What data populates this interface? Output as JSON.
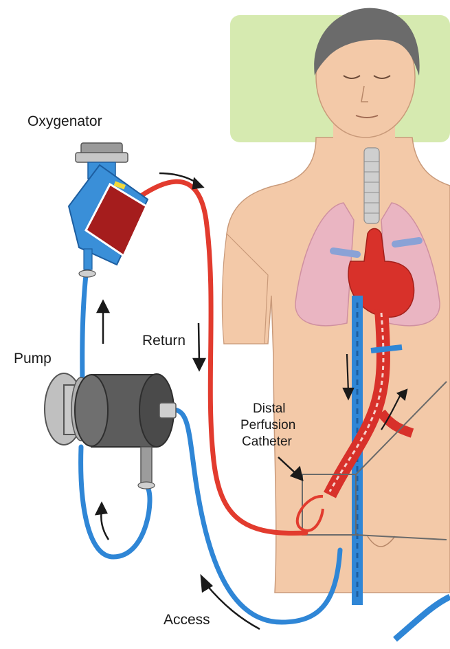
{
  "labels": {
    "oxygenator": "Oxygenator",
    "pump": "Pump",
    "return": "Return",
    "distal_line1": "Distal",
    "distal_line2": "Perfusion",
    "distal_line3": "Catheter",
    "access": "Access"
  },
  "colors": {
    "arterial_red": "#e23b2e",
    "venous_blue": "#2f86d6",
    "device_blue": "#3a8fd8",
    "skin": "#f3c9a8",
    "pillow": "#d6eab0",
    "hair": "#6b6b6b",
    "pump_gray": "#5c5c5c"
  }
}
